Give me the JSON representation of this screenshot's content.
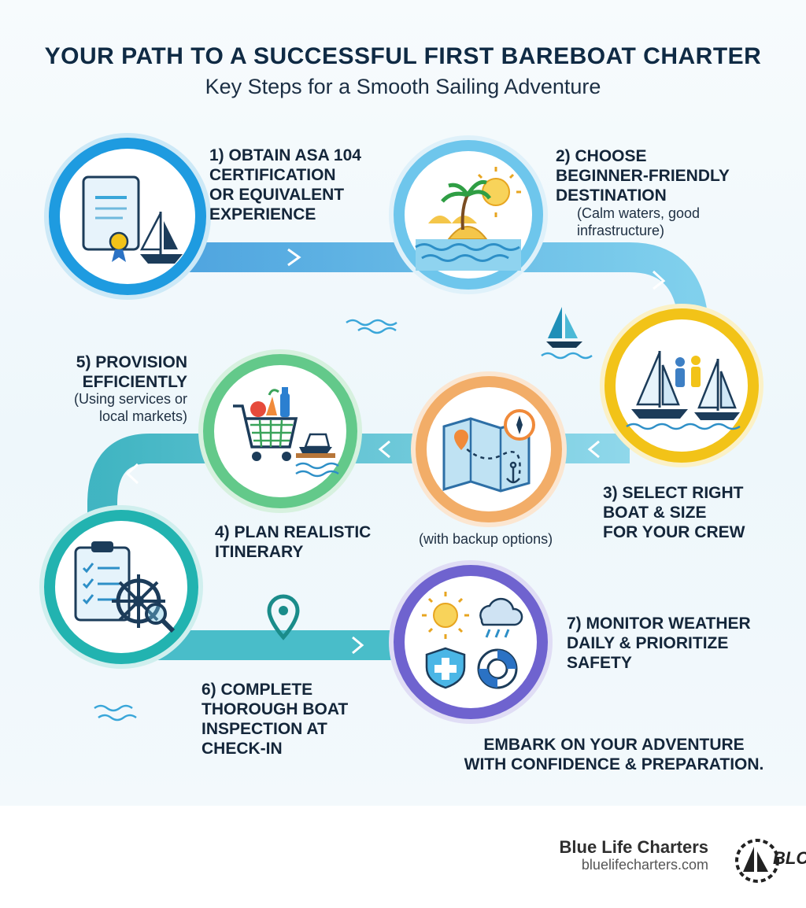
{
  "title": "YOUR PATH TO A SUCCESSFUL FIRST BAREBOAT CHARTER",
  "subtitle": "Key Steps for a Smooth Sailing Adventure",
  "steps": [
    {
      "title": "1) OBTAIN ASA 104\nCERTIFICATION\nOR EQUIVALENT\nEXPERIENCE",
      "note": ""
    },
    {
      "title": "2) CHOOSE\nBEGINNER-FRIENDLY\nDESTINATION",
      "note": "(Calm waters, good\ninfrastructure)"
    },
    {
      "title": "3) SELECT RIGHT\nBOAT & SIZE\nFOR YOUR CREW",
      "note": ""
    },
    {
      "title": "4) PLAN REALISTIC\nITINERARY",
      "note": "(with backup options)"
    },
    {
      "title": "5) PROVISION\nEFFICIENTLY",
      "note": "(Using services or\nlocal markets)"
    },
    {
      "title": "6) COMPLETE\nTHOROUGH BOAT\nINSPECTION AT\nCHECK-IN",
      "note": ""
    },
    {
      "title": "7) MONITOR WEATHER\nDAILY & PRIORITIZE\nSAFETY",
      "note": ""
    }
  ],
  "closing": "EMBARK ON YOUR ADVENTURE\nWITH CONFIDENCE & PREPARATION.",
  "brand": {
    "name": "Blue Life Charters",
    "url": "bluelifecharters.com",
    "logo_text": "BLC"
  },
  "colors": {
    "path": "#3aa6d9",
    "ring1": "#1e9be0",
    "ring2": "#6ec6ec",
    "ring3": "#f2c318",
    "ring4": "#f2ad68",
    "ring5": "#63c98a",
    "ring6": "#22b3b0",
    "ring7": "#6f63cf"
  },
  "icons": [
    "certificate-sailboat-icon",
    "island-sun-icon",
    "boats-crew-icon",
    "map-compass-icon",
    "cart-dock-icon",
    "checklist-helm-icon",
    "weather-safety-icon"
  ]
}
